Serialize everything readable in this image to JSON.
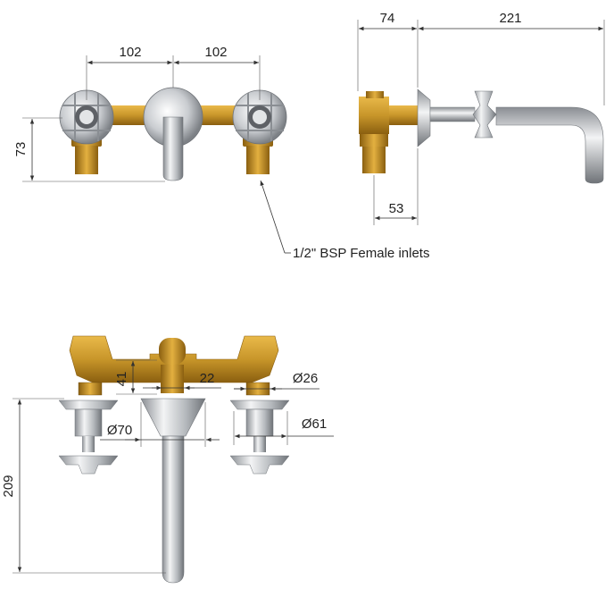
{
  "dimensions": {
    "front_left_width": "102",
    "front_right_width": "102",
    "front_height": "73",
    "side_body_depth": "74",
    "side_spout_reach": "221",
    "side_inlet_depth": "53",
    "bottom_rise": "41",
    "bottom_spout_dia": "22",
    "bottom_thread_dia": "Ø26",
    "bottom_flange_dia_small": "Ø70",
    "bottom_flange_dia_large": "Ø61",
    "bottom_height": "209"
  },
  "annotations": {
    "inlets_note": "1/2\" BSP Female inlets"
  },
  "colors": {
    "brass": "#c8962a",
    "brass_dark": "#8a5f10",
    "chrome": "#c9ccd0",
    "chrome_dark": "#7d8186"
  }
}
